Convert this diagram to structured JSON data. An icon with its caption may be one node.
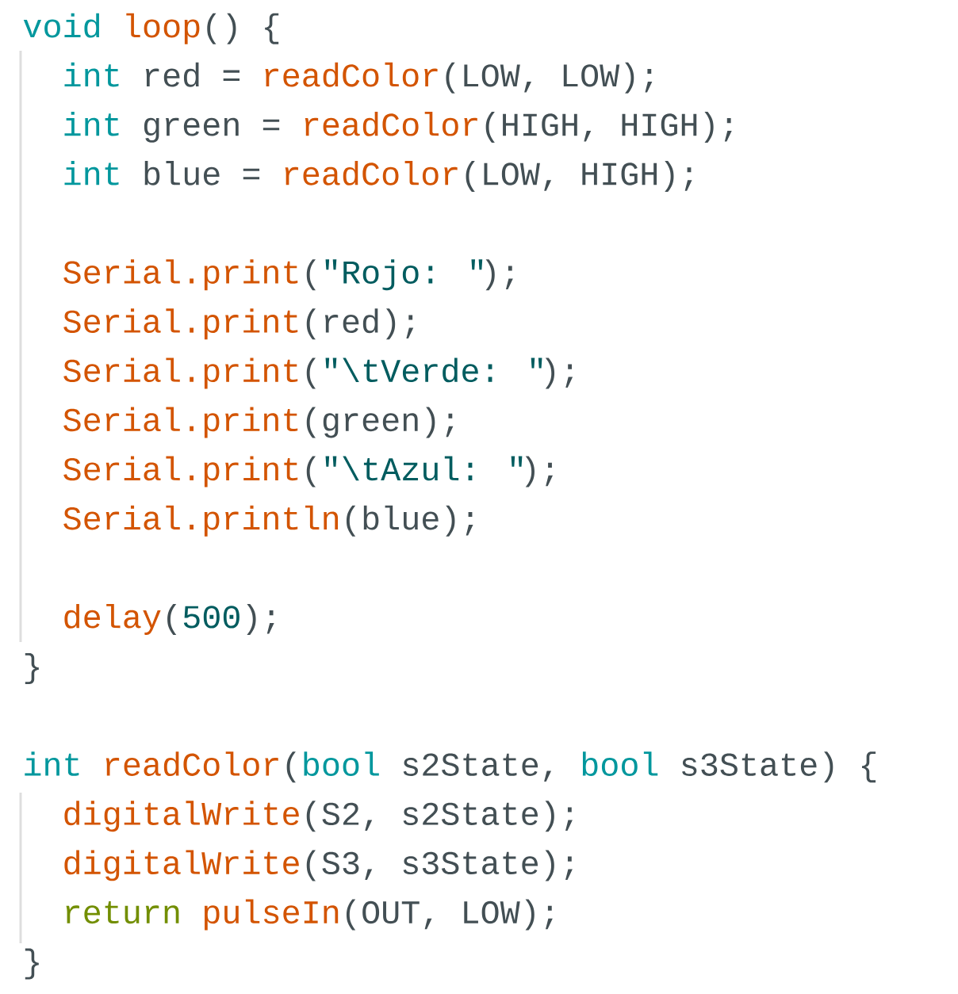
{
  "diagram": {
    "labels": [
      "void",
      "loop",
      "() {",
      "int",
      "red =",
      "readColor",
      "(LOW, LOW);",
      "int",
      "green =",
      "readColor",
      "(HIGH, HIGH);",
      "int",
      "blue =",
      "readColor",
      "(LOW, HIGH);",
      "Serial.print",
      "(",
      "\"Rojo: \"",
      ");",
      "Serial.print",
      "(red);",
      "Serial.print",
      "(",
      "\"\\tVerde: \"",
      ");",
      "Serial.print",
      "(green);",
      "Serial.print",
      "(",
      "\"\\tAzul: \"",
      ");",
      "Serial.println",
      "(blue);",
      "delay",
      "(",
      "500",
      ");",
      "}",
      "int",
      "readColor",
      "(",
      "bool",
      "s2State,",
      "bool",
      "s3State) {",
      "digitalWrite",
      "(S2, s2State);",
      "digitalWrite",
      "(S3, s3State);",
      "return",
      "pulseIn",
      "(OUT, LOW);",
      "}"
    ]
  }
}
